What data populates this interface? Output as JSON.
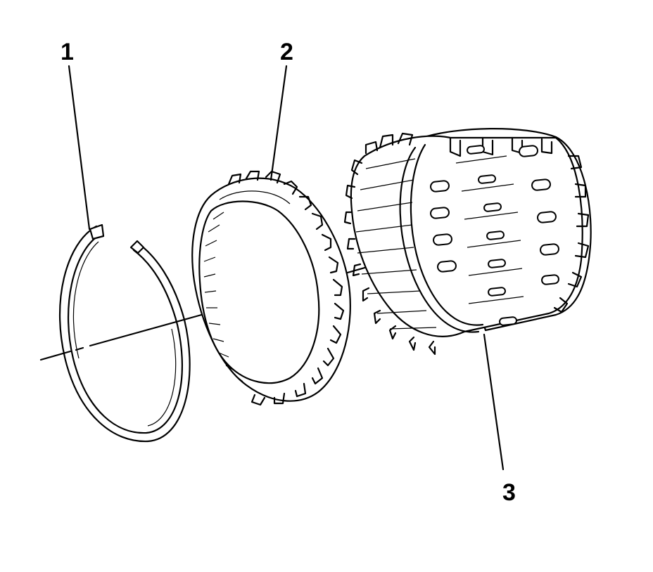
{
  "diagram": {
    "callouts": [
      {
        "id": "1",
        "label": "1"
      },
      {
        "id": "2",
        "label": "2"
      },
      {
        "id": "3",
        "label": "3"
      }
    ],
    "colors": {
      "ink": "#000000",
      "background": "#ffffff"
    }
  }
}
